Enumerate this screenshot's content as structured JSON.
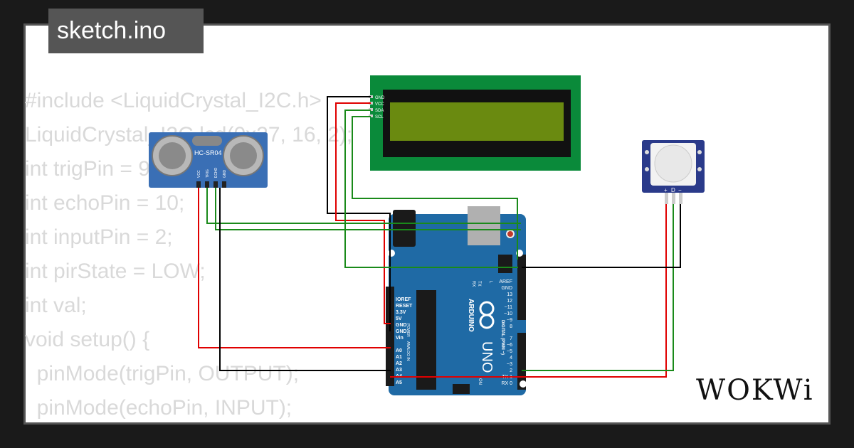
{
  "title": "sketch.ino",
  "code_lines": [
    "#include <LiquidCrystal_I2C.h>",
    "LiquidCrystal_I2C lcd(0x27, 16, 2);",
    "int trigPin = 9;",
    "int echoPin = 10;",
    "int inputPin = 2;",
    "int pirState = LOW;",
    "int val;",
    "void setup() {",
    "  pinMode(trigPin, OUTPUT);",
    "  pinMode(echoPin, INPUT);"
  ],
  "brand": "WOKWi",
  "lcd": {
    "pins": [
      "GND",
      "VCC",
      "SDA",
      "SCL"
    ]
  },
  "ultrasonic": {
    "label": "HC-SR04",
    "pins": [
      "VCC",
      "TRIG",
      "ECHO",
      "GND"
    ]
  },
  "pir": {
    "pins": [
      "+",
      "D",
      "−"
    ]
  },
  "arduino": {
    "brand": "ARDUINO",
    "model": "UNO",
    "power_pins": [
      "IOREF",
      "RESET",
      "3.3V",
      "5V",
      "GND",
      "GND",
      "Vin"
    ],
    "analog_pins": [
      "A0",
      "A1",
      "A2",
      "A3",
      "A4",
      "A5"
    ],
    "power_header_label": "POWER",
    "analog_header_label": "ANALOG IN",
    "digital_top": [
      "AREF",
      "GND",
      "13",
      "12",
      "~11",
      "~10",
      "~9",
      "8"
    ],
    "digital_bottom": [
      "7",
      "~6",
      "~5",
      "4",
      "~3",
      "2",
      "TX 1",
      "RX 0"
    ],
    "digital_label": "DIGITAL (PWM ~)",
    "tx_label": "TX",
    "rx_label": "RX",
    "l_label": "L",
    "on_label": "ON"
  },
  "colors": {
    "wire_red": "#e00000",
    "wire_black": "#000000",
    "wire_green": "#1a8a1a",
    "board": "#1f6aa5",
    "lcd_pcb": "#0a8a3a",
    "lcd_screen": "#6a8a10",
    "pir_pcb": "#2a3a8a"
  }
}
